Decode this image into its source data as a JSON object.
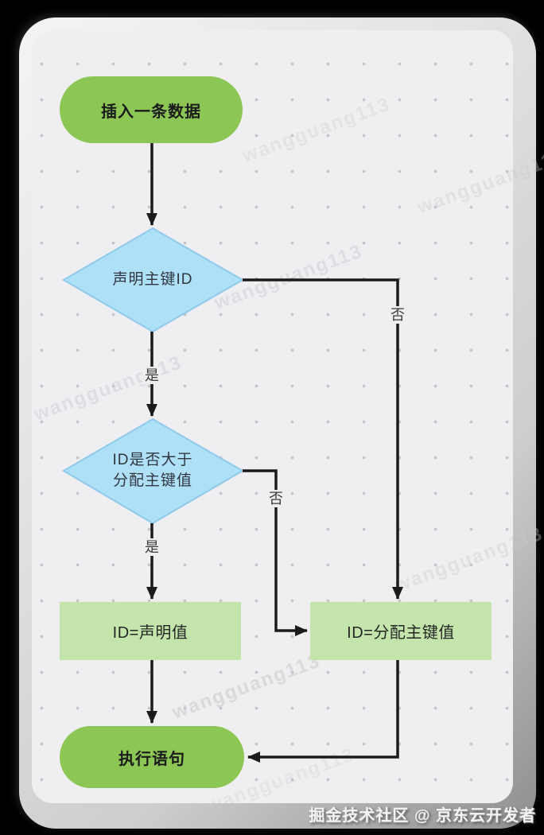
{
  "frame": {
    "outer_background": "#000000",
    "panel_background": "#EFEFF1",
    "dot_color": "#C6C6CA"
  },
  "colors": {
    "terminator_fill": "#8CC654",
    "process_fill": "#C3E5AB",
    "decision_fill": "#AEE0F8",
    "decision_stroke": "#8FC9EB",
    "connector": "#1B1B1B"
  },
  "flowchart": {
    "nodes": [
      {
        "id": "start",
        "type": "terminator",
        "label": "插入一条数据"
      },
      {
        "id": "decision-declared-id",
        "type": "decision",
        "label": "声明主键ID"
      },
      {
        "id": "decision-id-greater",
        "type": "decision",
        "label": "ID是否大于分配主键值",
        "lines": [
          "ID是否大于",
          "分配主键值"
        ]
      },
      {
        "id": "assign-declared",
        "type": "process",
        "label": "ID=声明值"
      },
      {
        "id": "assign-allocated",
        "type": "process",
        "label": "ID=分配主键值"
      },
      {
        "id": "end",
        "type": "terminator",
        "label": "执行语句"
      }
    ],
    "edges": [
      {
        "from": "start",
        "to": "decision-declared-id",
        "label": ""
      },
      {
        "from": "decision-declared-id",
        "to": "decision-id-greater",
        "label": "是"
      },
      {
        "from": "decision-declared-id",
        "to": "assign-allocated",
        "label": "否"
      },
      {
        "from": "decision-id-greater",
        "to": "assign-declared",
        "label": "是"
      },
      {
        "from": "decision-id-greater",
        "to": "assign-allocated",
        "label": "否"
      },
      {
        "from": "assign-declared",
        "to": "end",
        "label": ""
      },
      {
        "from": "assign-allocated",
        "to": "end",
        "label": ""
      }
    ]
  },
  "watermark": {
    "text": "wangguang113"
  },
  "credit": {
    "text": "掘金技术社区 @ 京东云开发者"
  }
}
